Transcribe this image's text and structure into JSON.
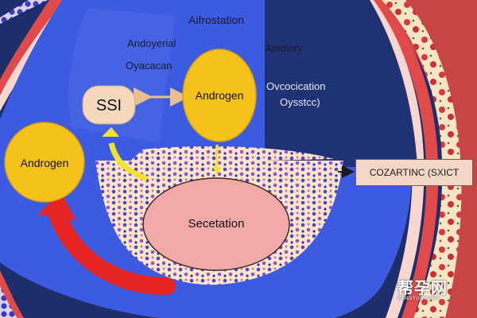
{
  "labels": {
    "top_center": "Aifrostation",
    "top_left_1": "Andoyerial",
    "top_left_2": "Oyacacan",
    "top_right": "Amdiory",
    "right_1": "Ovcocication",
    "right_2": "Oysstcc)"
  },
  "nodes": {
    "ssi": "SSI",
    "androgen_top": "Androgen",
    "androgen_left": "Androgen",
    "secretion": "Secetation"
  },
  "output": "COZARTINC (SXICT",
  "watermark": {
    "main": "帮孕网",
    "sub": "BANGYUNWANG"
  },
  "colors": {
    "background": "#1d2f6b",
    "chamber": "#3d5be0",
    "chamber_dark": "#1f3374",
    "node_yellow": "#f5c21b",
    "node_peach": "#f6d9bd",
    "secretion_pink": "#f3a9a8",
    "arrow_red": "#e52424",
    "arrow_yellow": "#f2e232",
    "arrow_tan": "#e9c08d"
  }
}
